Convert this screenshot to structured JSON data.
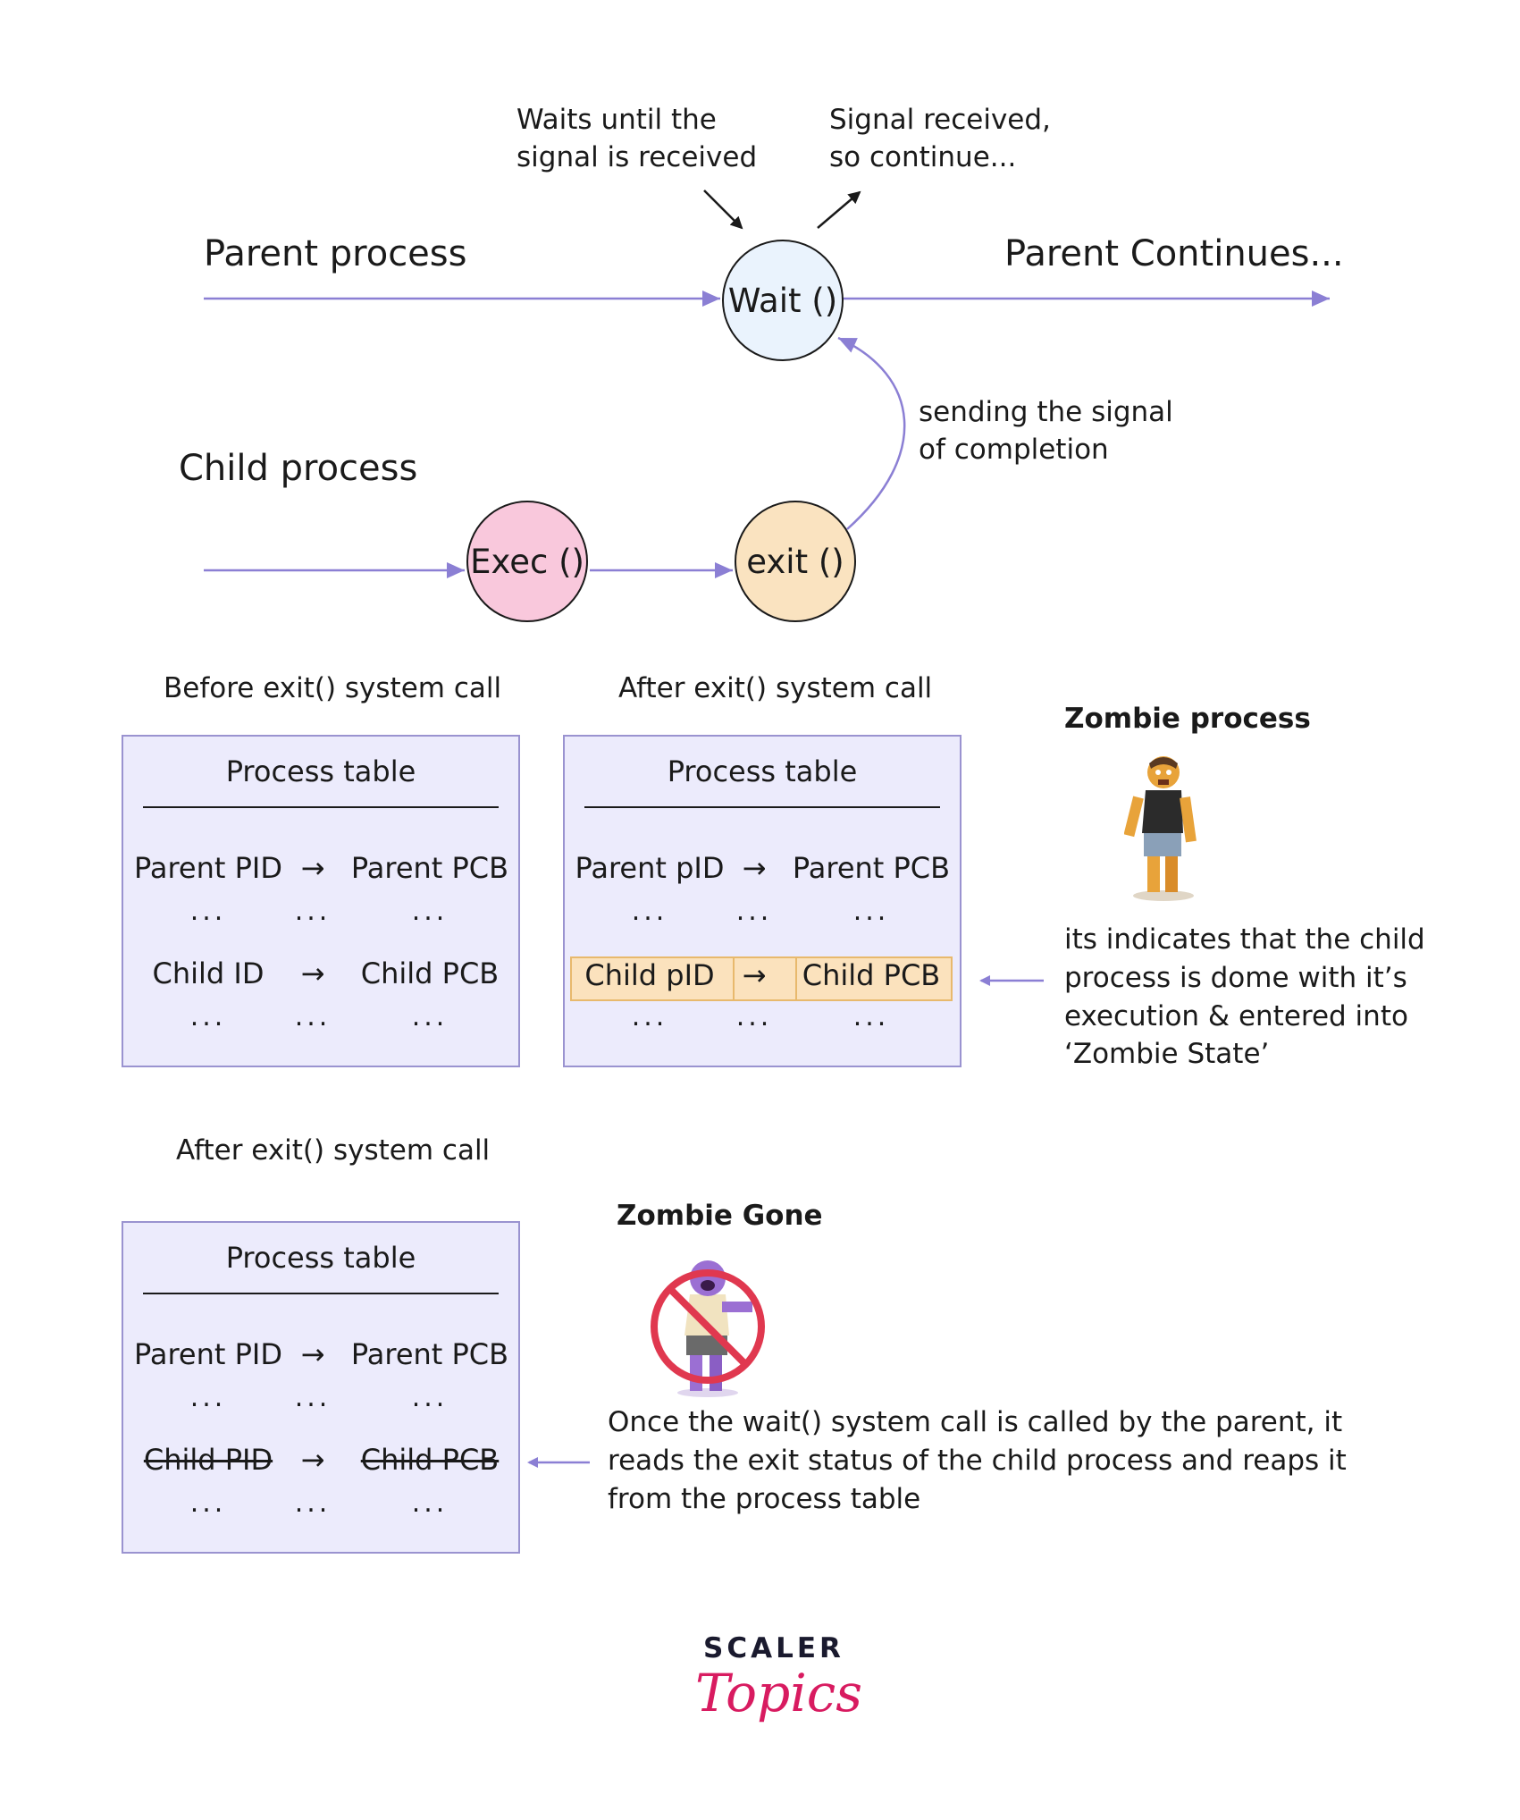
{
  "flow": {
    "parent_label": "Parent process",
    "child_label": "Child process",
    "parent_continues": "Parent Continues...",
    "wait_node": "Wait ()",
    "exec_node": "Exec ()",
    "exit_node": "exit ()",
    "waits_note_line1": "Waits until the",
    "waits_note_line2": "signal is received",
    "signal_note_line1": "Signal received,",
    "signal_note_line2": "so continue...",
    "sending_note_line1": "sending the signal",
    "sending_note_line2": "of completion"
  },
  "colors": {
    "arrow": "#8b7fd4",
    "wait_fill": "#eaf3fd",
    "exec_fill": "#f9c8dc",
    "exit_fill": "#fae3c0",
    "table_fill": "#ecebfc",
    "table_border": "#9a93d0",
    "highlight_fill": "#fbe2bd",
    "logo_accent": "#d81b60"
  },
  "tables": {
    "before": {
      "caption": "Before exit() system call",
      "title": "Process table",
      "row1": {
        "left": "Parent PID",
        "arrow": "→",
        "right": "Parent PCB"
      },
      "row2": {
        "left": "Child ID",
        "arrow": "→",
        "right": "Child PCB"
      },
      "dots": "..."
    },
    "after": {
      "caption": "After exit() system call",
      "title": "Process table",
      "row1": {
        "left": "Parent pID",
        "arrow": "→",
        "right": "Parent PCB"
      },
      "row2": {
        "left": "Child pID",
        "arrow": "→",
        "right": "Child PCB"
      },
      "dots": "..."
    },
    "after_wait": {
      "caption": "After exit() system call",
      "title": "Process table",
      "row1": {
        "left": "Parent PID",
        "arrow": "→",
        "right": "Parent PCB"
      },
      "row2": {
        "left": "Child PID",
        "arrow": "→",
        "right": "Child PCB"
      },
      "dots": "..."
    }
  },
  "zombie": {
    "title": "Zombie process",
    "description": "its indicates that the child process is dome with it’s execution & entered into ‘Zombie State’",
    "icon": "zombie-figure-icon"
  },
  "zombie_gone": {
    "title": "Zombie Gone",
    "description": "Once the wait() system call is called by the parent, it reads the exit status of the child process and reaps it from the process table",
    "icon": "no-zombie-icon"
  },
  "logo": {
    "line1": "SCALER",
    "line2": "Topics"
  }
}
